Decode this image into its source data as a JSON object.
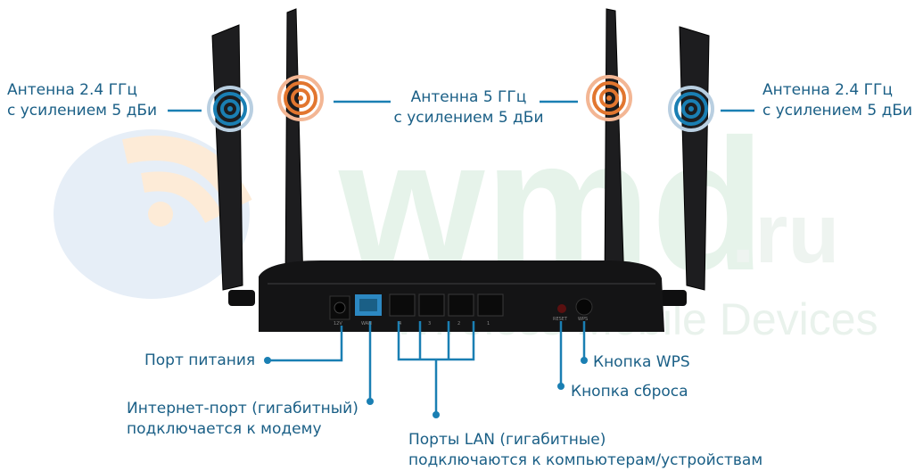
{
  "callouts": {
    "antenna_left": {
      "line1": "Антенна 2.4 ГГц",
      "line2": "с усилением 5 дБи"
    },
    "antenna_center": {
      "line1": "Антенна 5 ГГц",
      "line2": "с усилением 5 дБи"
    },
    "antenna_right": {
      "line1": "Антенна 2.4 ГГц",
      "line2": "с усилением 5 дБи"
    },
    "power_port": {
      "line1": "Порт питания"
    },
    "internet_port": {
      "line1": "Интернет-порт (гигабитный)",
      "line2": "подключается к модему"
    },
    "lan_ports": {
      "line1": "Порты LAN (гигабитные)",
      "line2": "подключаются к компьютерам/устройствам"
    },
    "wps_button": {
      "line1": "Кнопка WPS"
    },
    "reset_button": {
      "line1": "Кнопка сброса"
    }
  },
  "watermark": {
    "brand": "wmd",
    "tld": ".ru",
    "tagline": "Wireless Mobile Devices"
  },
  "port_labels": {
    "power": "12V",
    "wan": "WAN",
    "lan": [
      "4",
      "3",
      "2",
      "1"
    ],
    "reset": "RESET",
    "wps": "WPS"
  },
  "colors": {
    "accent": "#1a7fb3",
    "orange": "#e2762f",
    "blue_ring": "#1a7fb3",
    "text": "#1a5f86"
  }
}
